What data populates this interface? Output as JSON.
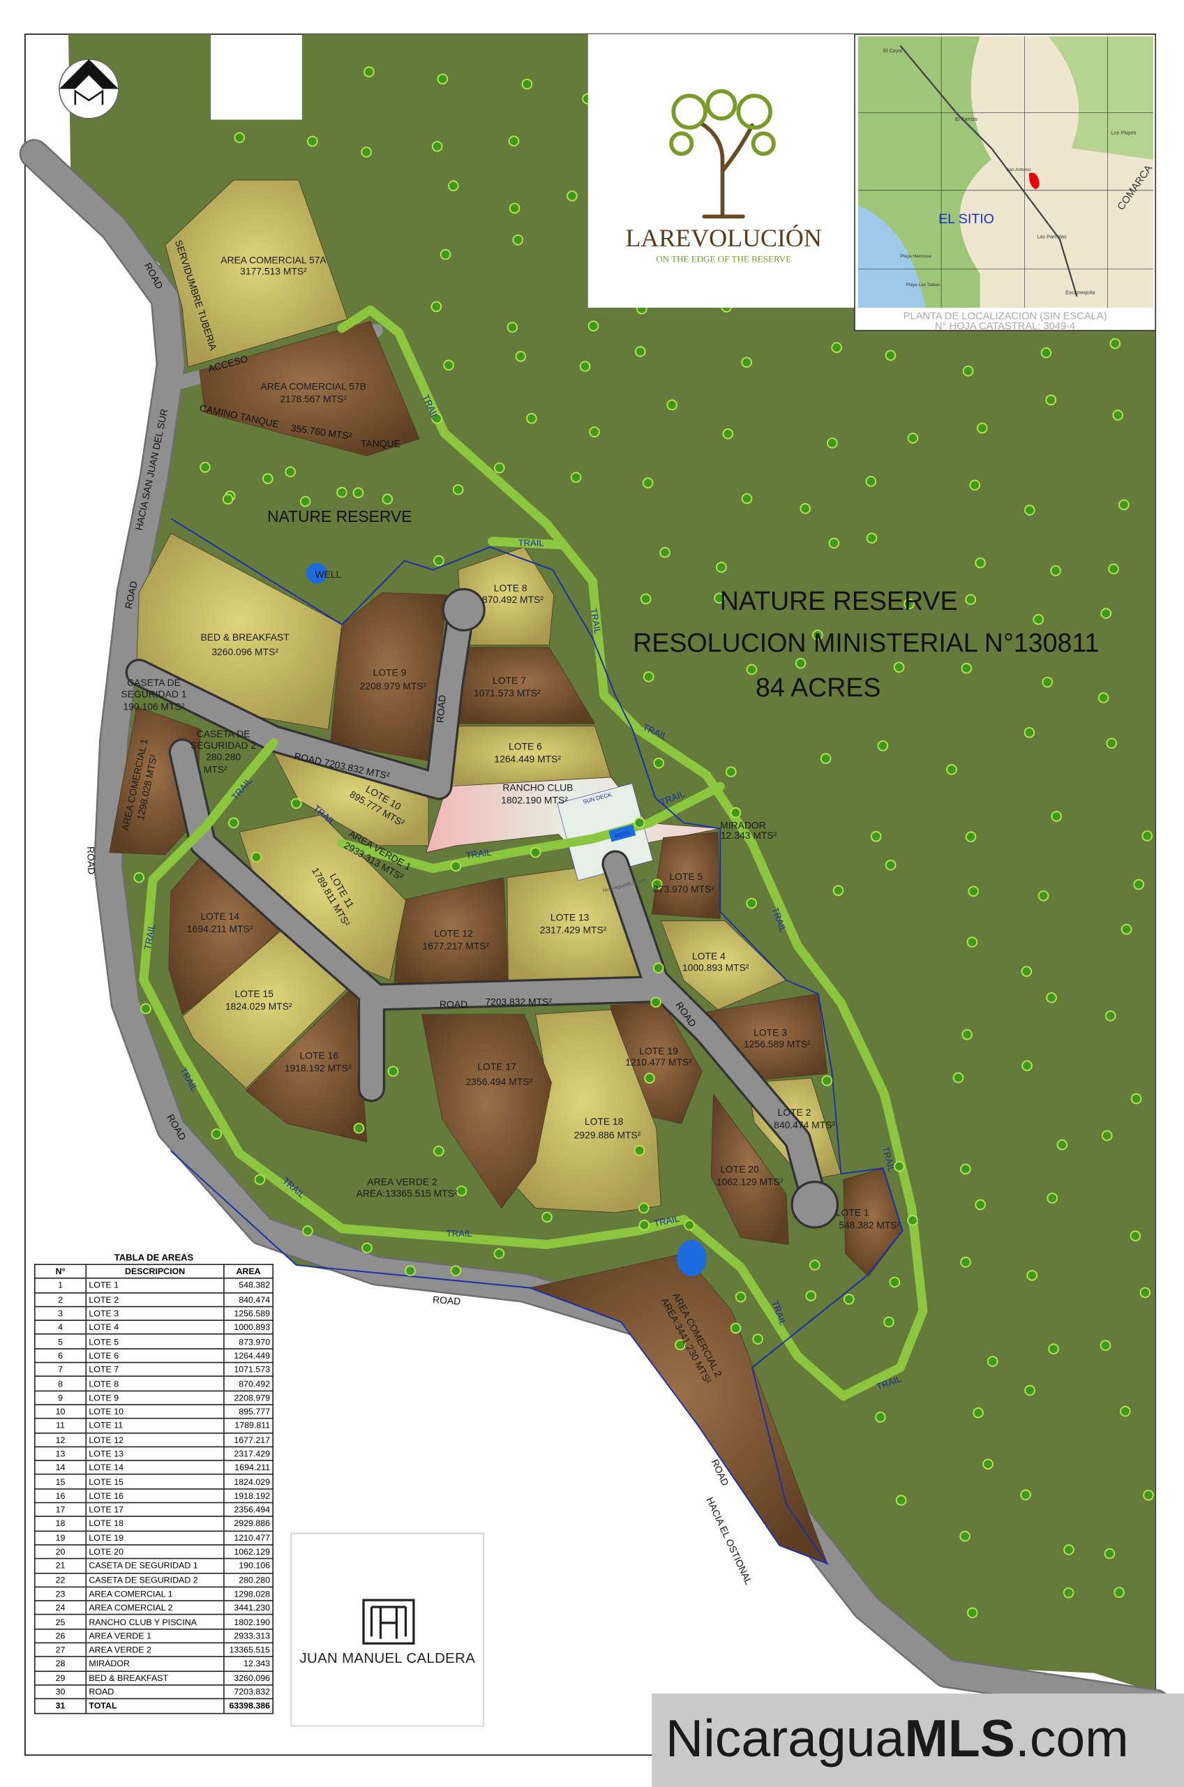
{
  "logo": {
    "title": "LAREVOLUCIÓN",
    "tagline": "ON THE EDGE OF THE RESERVE",
    "colors": {
      "tree": "#7a9a2a",
      "text": "#5a3a1a"
    }
  },
  "locator_map": {
    "site_label": "EL SITIO",
    "caption_line1": "PLANTA DE LOCALIZACION (SIN ESCALA)",
    "caption_line2": "N° HOJA CATASTRAL: 3049-4",
    "places": [
      "El Coyol",
      "El Carrizo",
      "San Antonio",
      "Las Parcelas",
      "Playa Hermosa",
      "Playa Las Tablas",
      "Escamequita",
      "COMARCA",
      "Los Playos"
    ]
  },
  "compass_icon": "north-arrow",
  "reserve": {
    "line1": "NATURE RESERVE",
    "line2": "RESOLUCION MINISTERIAL N°130811",
    "line3": "84 ACRES",
    "small_label": "NATURE RESERVE"
  },
  "roads": {
    "san_juan": "HACIA SAN JUAN DEL SUR",
    "ostional": "HACIA EL OSTIONAL",
    "road": "ROAD",
    "acceso": "ACCESO",
    "servidumbre": "SERVIDUMBRE TUBERIA",
    "camino_tanque": "CAMINO TANQUE",
    "camino_tanque_area": "355.760 MTS²",
    "tanque": "TANQUE",
    "internal_1": "ROAD 7203.832 MTS²",
    "internal_2_word": "ROAD",
    "internal_2_area": "7203.832 MTS²",
    "trail": "TRAIL"
  },
  "features": {
    "well": "WELL",
    "pool": "POOL",
    "sun_deck": "SUN DECK",
    "watermark": "NicaraguaMLS.com"
  },
  "parcels": {
    "ac57a": {
      "name": "AREA COMERCIAL  57A",
      "area": "3177.513 MTS²"
    },
    "ac57b": {
      "name": "AREA COMERCIAL  57B",
      "area": "2178.567 MTS²"
    },
    "bb": {
      "name": "BED & BREAKFAST",
      "area": "3260.096 MTS²"
    },
    "caseta1": {
      "name": "CASETA DE",
      "name2": "SEGURIDAD 1",
      "area": "190.106 MTS²"
    },
    "caseta2": {
      "name": "CASETA DE",
      "name2": "SEGURIDAD 2",
      "area": "280.280",
      "area2": "MTS²"
    },
    "ac1": {
      "name": "AREA COMERCIAL 1",
      "area": "1298.028 MTS²"
    },
    "ac2": {
      "name": "AREA COMERCIAL 2",
      "area": "AREA:3441.230 MTS²"
    },
    "lote1": {
      "name": "LOTE 1",
      "area": "548.382 MTS²"
    },
    "lote2": {
      "name": "LOTE 2",
      "area": "840.474 MTS²"
    },
    "lote3": {
      "name": "LOTE 3",
      "area": "1256.589 MTS²"
    },
    "lote4": {
      "name": "LOTE 4",
      "area": "1000.893 MTS²"
    },
    "lote5": {
      "name": "LOTE 5",
      "area": "873.970 MTS²"
    },
    "lote6": {
      "name": "LOTE 6",
      "area": "1264.449 MTS²"
    },
    "lote7": {
      "name": "LOTE 7",
      "area": "1071.573 MTS²"
    },
    "lote8": {
      "name": "LOTE 8",
      "area": "870.492 MTS²"
    },
    "lote9": {
      "name": "LOTE 9",
      "area": "2208.979 MTS²"
    },
    "lote10": {
      "name": "LOTE 10",
      "area": "895.777 MTS²"
    },
    "lote11": {
      "name": "LOTE 11",
      "area": "1789.811 MTS²"
    },
    "lote12": {
      "name": "LOTE 12",
      "area": "1677.217 MTS²"
    },
    "lote13": {
      "name": "LOTE 13",
      "area": "2317.429 MTS²"
    },
    "lote14": {
      "name": "LOTE 14",
      "area": "1694.211 MTS²"
    },
    "lote15": {
      "name": "LOTE 15",
      "area": "1824.029 MTS²"
    },
    "lote16": {
      "name": "LOTE 16",
      "area": "1918.192 MTS²"
    },
    "lote17": {
      "name": "LOTE 17",
      "area": "2356.494 MTS²"
    },
    "lote18": {
      "name": "LOTE 18",
      "area": "2929.886 MTS²"
    },
    "lote19": {
      "name": "LOTE 19",
      "area": "1210.477 MTS²"
    },
    "lote20": {
      "name": "LOTE 20",
      "area": "1062.129 MTS²"
    },
    "rancho": {
      "name": "RANCHO CLUB",
      "area": "1802.190 MTS²"
    },
    "verde1": {
      "name": "AREA VERDE 1",
      "area": "2933.313 MTS²"
    },
    "verde2": {
      "name": "AREA VERDE 2",
      "area": "AREA:13365.515 MTS²"
    },
    "mirador": {
      "name": "MIRADOR",
      "area": "12.343 MTS²"
    }
  },
  "area_table": {
    "title": "TABLA DE AREAS",
    "headers": [
      "N°",
      "DESCRIPCION",
      "AREA"
    ],
    "rows": [
      [
        "1",
        "LOTE 1",
        "548.382"
      ],
      [
        "2",
        "LOTE 2",
        "840.474"
      ],
      [
        "3",
        "LOTE 3",
        "1256.589"
      ],
      [
        "4",
        "LOTE 4",
        "1000.893"
      ],
      [
        "5",
        "LOTE 5",
        "873.970"
      ],
      [
        "6",
        "LOTE 6",
        "1264.449"
      ],
      [
        "7",
        "LOTE 7",
        "1071.573"
      ],
      [
        "8",
        "LOTE 8",
        "870.492"
      ],
      [
        "9",
        "LOTE 9",
        "2208.979"
      ],
      [
        "10",
        "LOTE 10",
        "895.777"
      ],
      [
        "11",
        "LOTE 11",
        "1789.811"
      ],
      [
        "12",
        "LOTE 12",
        "1677.217"
      ],
      [
        "13",
        "LOTE 13",
        "2317.429"
      ],
      [
        "14",
        "LOTE 14",
        "1694.211"
      ],
      [
        "15",
        "LOTE 15",
        "1824.029"
      ],
      [
        "16",
        "LOTE 16",
        "1918.192"
      ],
      [
        "17",
        "LOTE 17",
        "2356.494"
      ],
      [
        "18",
        "LOTE 18",
        "2929.886"
      ],
      [
        "19",
        "LOTE 19",
        "1210.477"
      ],
      [
        "20",
        "LOTE 20",
        "1062.129"
      ],
      [
        "21",
        "CASETA DE SEGURIDAD 1",
        "190.106"
      ],
      [
        "22",
        "CASETA DE SEGURIDAD 2",
        "280.280"
      ],
      [
        "23",
        "AREA COMERCIAL 1",
        "1298.028"
      ],
      [
        "24",
        "AREA COMERCIAL 2",
        "3441.230"
      ],
      [
        "25",
        "RANCHO CLUB Y PISCINA",
        "1802.190"
      ],
      [
        "26",
        "AREA VERDE 1",
        "2933.313"
      ],
      [
        "27",
        "AREA VERDE 2",
        "13365.515"
      ],
      [
        "28",
        "MIRADOR",
        "12.343"
      ],
      [
        "29",
        "BED & BREAKFAST",
        "3260.096"
      ],
      [
        "30",
        "ROAD",
        "7203.832"
      ],
      [
        "31",
        "TOTAL",
        "63398.386"
      ]
    ]
  },
  "architect": {
    "name": "JUAN MANUEL CALDERA"
  },
  "branding": {
    "part1": "Nicaragua",
    "part2": "MLS",
    "part3": ".com"
  },
  "colors": {
    "reserve_green": "#647b3c",
    "lot_light": "#c9bd66",
    "lot_dark": "#7a5636",
    "road": "#8c8c8c",
    "trail": "#8cc63f",
    "boundary": "#1c2fa8",
    "tree": "#3d9a1e"
  }
}
